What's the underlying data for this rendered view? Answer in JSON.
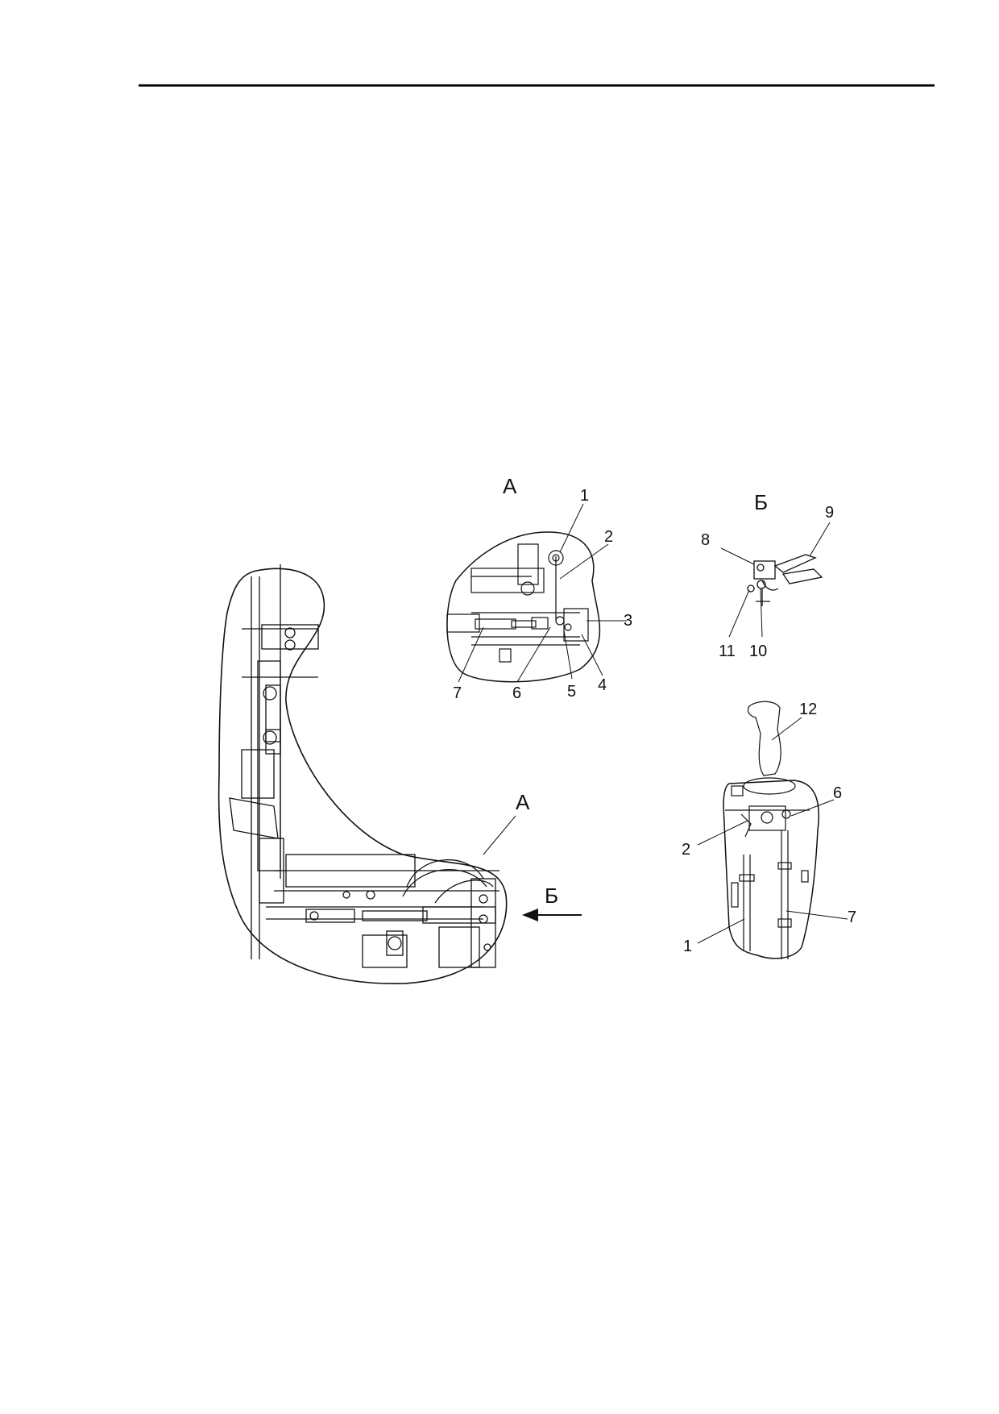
{
  "views": {
    "a": {
      "title": "А",
      "callouts": [
        "1",
        "2",
        "3",
        "4",
        "5",
        "6",
        "7"
      ]
    },
    "b": {
      "title": "Б",
      "callouts": [
        "8",
        "9",
        "10",
        "11"
      ]
    },
    "main": {
      "callout_a": "А",
      "arrow_b": "Б"
    },
    "lever": {
      "callouts": [
        "12",
        "6",
        "2",
        "1",
        "7"
      ]
    }
  }
}
